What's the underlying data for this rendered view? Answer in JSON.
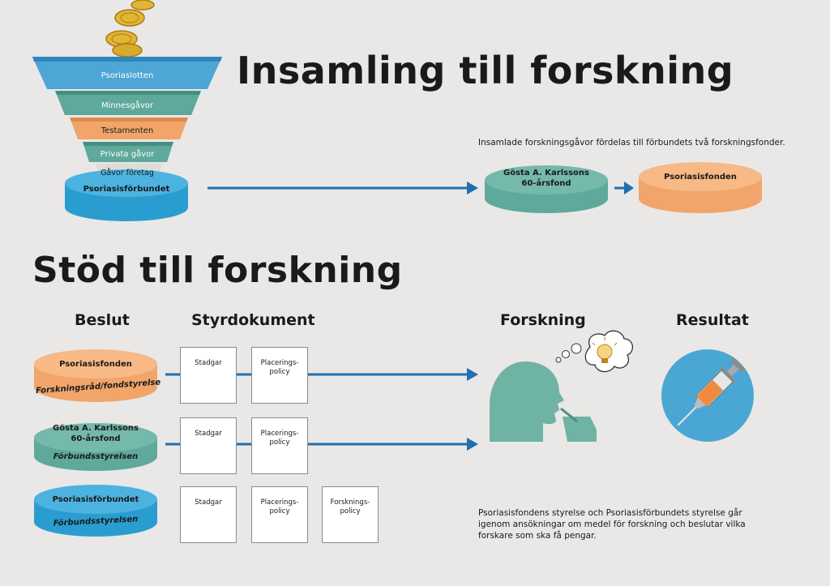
{
  "headings": {
    "collection_title": "Insamling till forskning",
    "support_title": "Stöd till forskning"
  },
  "funnel": {
    "layers": [
      "Psoriaslotten",
      "Minnesgåvor",
      "Testamenten",
      "Privata gåvor",
      "Gåvor företag"
    ],
    "base": "Psoriasisförbundet"
  },
  "funds": {
    "description": "Insamlade forskningsgåvor fördelas till förbundets två forskningsfonder.",
    "fund_a_line1": "Gösta A. Karlssons",
    "fund_a_line2": "60-årsfond",
    "fund_b": "Psoriasisfonden"
  },
  "columns": {
    "decision": "Beslut",
    "documents": "Styrdokument",
    "research": "Forskning",
    "result": "Resultat"
  },
  "decisions": [
    {
      "name": "Psoriasisfonden",
      "board": "Forskningsråd/fondstyrelse"
    },
    {
      "name_line1": "Gösta A. Karlssons",
      "name_line2": "60-årsfond",
      "board": "Förbundsstyrelsen"
    },
    {
      "name": "Psoriasisförbundet",
      "board": "Förbundsstyrelsen"
    }
  ],
  "documents": {
    "stadgar": "Stadgar",
    "placering_l1": "Placerings-",
    "placering_l2": "policy",
    "forskning_l1": "Forsknings-",
    "forskning_l2": "policy"
  },
  "footer_text": "Psoriasisfondens styrelse och Psoriasisförbundets styrelse går igenom ansökningar om medel för forskning och beslutar vilka forskare som ska få pengar.",
  "colors": {
    "blue": "#2f9fd0",
    "teal": "#5fa899",
    "orange": "#f2a56a",
    "arrow": "#1f6fb2"
  }
}
